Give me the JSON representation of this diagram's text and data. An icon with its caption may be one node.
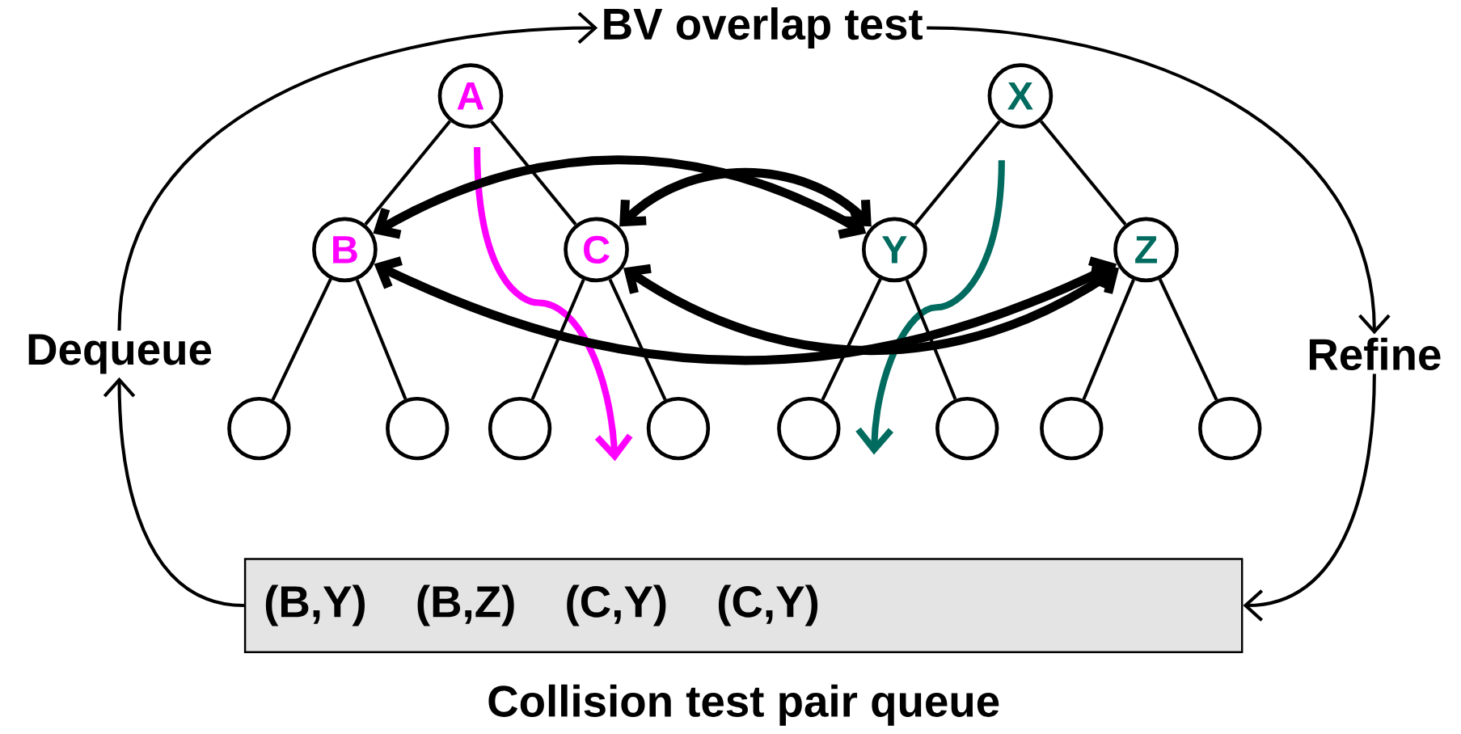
{
  "diagram": {
    "nodes": [
      {
        "text": [
          "BV overlap test"
        ]
      },
      {
        "text": [
          "A"
        ]
      },
      {
        "text": [
          "X"
        ]
      },
      {
        "text": [
          "Dequeue"
        ]
      },
      {
        "text": [
          "B"
        ]
      },
      {
        "text": [
          "C"
        ]
      },
      {
        "text": [
          "Y"
        ]
      },
      {
        "text": [
          "Z"
        ]
      },
      {
        "text": [
          "Refine"
        ]
      },
      {
        "text": [],
        "shape": "circle"
      },
      {
        "text": [],
        "shape": "circle"
      },
      {
        "text": [],
        "shape": "circle"
      },
      {
        "text": [],
        "shape": "circle"
      },
      {
        "text": [],
        "shape": "circle"
      },
      {
        "text": [],
        "shape": "circle"
      },
      {
        "text": [],
        "shape": "circle"
      },
      {
        "text": [],
        "shape": "circle"
      },
      {
        "text": [
          "(B,Y)",
          "(B,Z)",
          "(C,Y)",
          "(C,Y)"
        ],
        "beside": [
          "Collision test pair queue"
        ]
      }
    ],
    "edges": [
      {
        "from": 3,
        "to": 0,
        "arrow": "to"
      },
      {
        "from": 0,
        "to": 8,
        "arrow": "to"
      },
      {
        "from": 8,
        "to": 17,
        "arrow": "to"
      },
      {
        "from": 17,
        "to": 3,
        "arrow": "to"
      },
      {
        "from": 1,
        "to": 4,
        "arrow": "none"
      },
      {
        "from": 1,
        "to": 5,
        "arrow": "none"
      },
      {
        "from": 2,
        "to": 6,
        "arrow": "none"
      },
      {
        "from": 2,
        "to": 7,
        "arrow": "none"
      },
      {
        "from": 4,
        "to": 9,
        "arrow": "none"
      },
      {
        "from": 4,
        "to": 10,
        "arrow": "none"
      },
      {
        "from": 5,
        "to": 11,
        "arrow": "none"
      },
      {
        "from": 5,
        "to": 12,
        "arrow": "none"
      },
      {
        "from": 6,
        "to": 13,
        "arrow": "none"
      },
      {
        "from": 6,
        "to": 14,
        "arrow": "none"
      },
      {
        "from": 7,
        "to": 15,
        "arrow": "none"
      },
      {
        "from": 7,
        "to": 16,
        "arrow": "none"
      },
      {
        "from": 4,
        "to": 6,
        "arrow": "both",
        "style": "thick"
      },
      {
        "from": 5,
        "to": 6,
        "arrow": "both",
        "style": "thick"
      },
      {
        "from": 4,
        "to": 7,
        "arrow": "both",
        "style": "thick"
      },
      {
        "from": 5,
        "to": 7,
        "arrow": "both",
        "style": "thick"
      }
    ]
  }
}
